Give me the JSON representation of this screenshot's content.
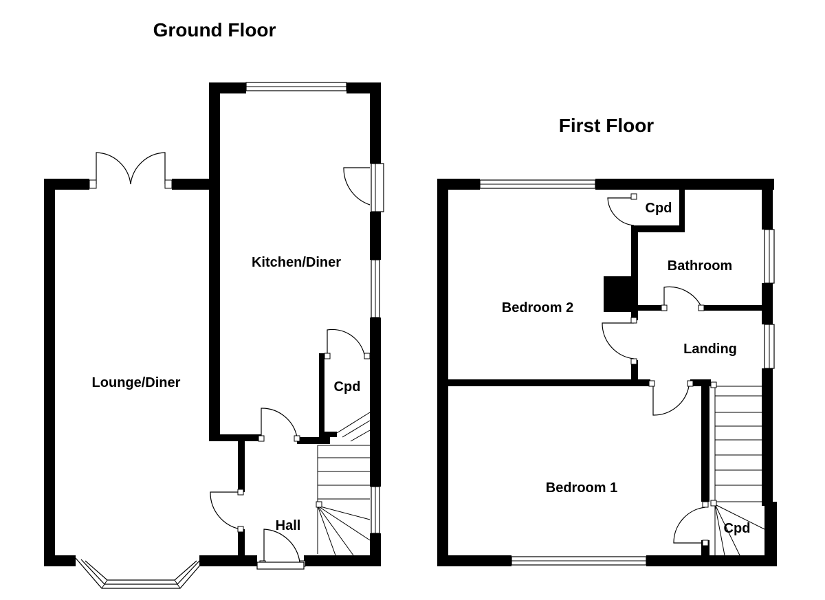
{
  "floors": {
    "ground": {
      "title": "Ground Floor",
      "rooms": {
        "lounge": "Lounge/Diner",
        "kitchen": "Kitchen/Diner",
        "cupboard": "Cpd",
        "hall": "Hall"
      }
    },
    "first": {
      "title": "First Floor",
      "rooms": {
        "cupboard_top": "Cpd",
        "bathroom": "Bathroom",
        "bedroom2": "Bedroom 2",
        "landing": "Landing",
        "bedroom1": "Bedroom 1",
        "cupboard_bottom": "Cpd"
      }
    }
  },
  "colors": {
    "wall": "#000000",
    "background": "#ffffff"
  }
}
